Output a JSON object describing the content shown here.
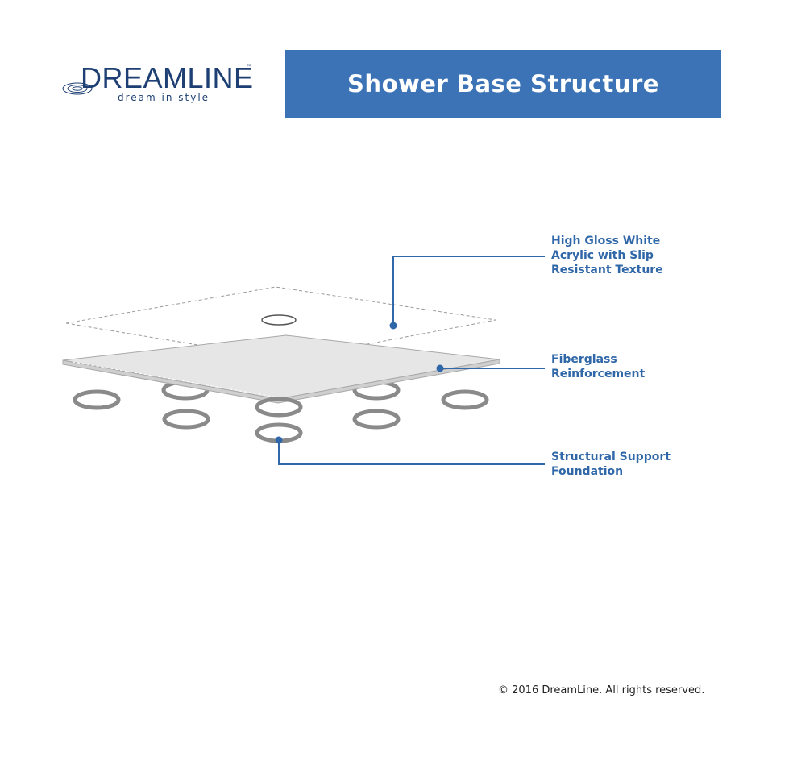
{
  "logo": {
    "brand": "DREAMLINE",
    "tm": "™",
    "tagline": "dream in style",
    "color": "#1d3f73"
  },
  "title": {
    "text": "Shower Base Structure",
    "background": "#3b73b6"
  },
  "callouts": [
    {
      "text": "High Gloss White\nAcrylic with Slip\nResistant Texture"
    },
    {
      "text": "Fiberglass\nReinforcement"
    },
    {
      "text": "Structural Support\nFoundation"
    }
  ],
  "accent_color": "#2f67a8",
  "copyright": "© 2016 DreamLine. All rights reserved."
}
